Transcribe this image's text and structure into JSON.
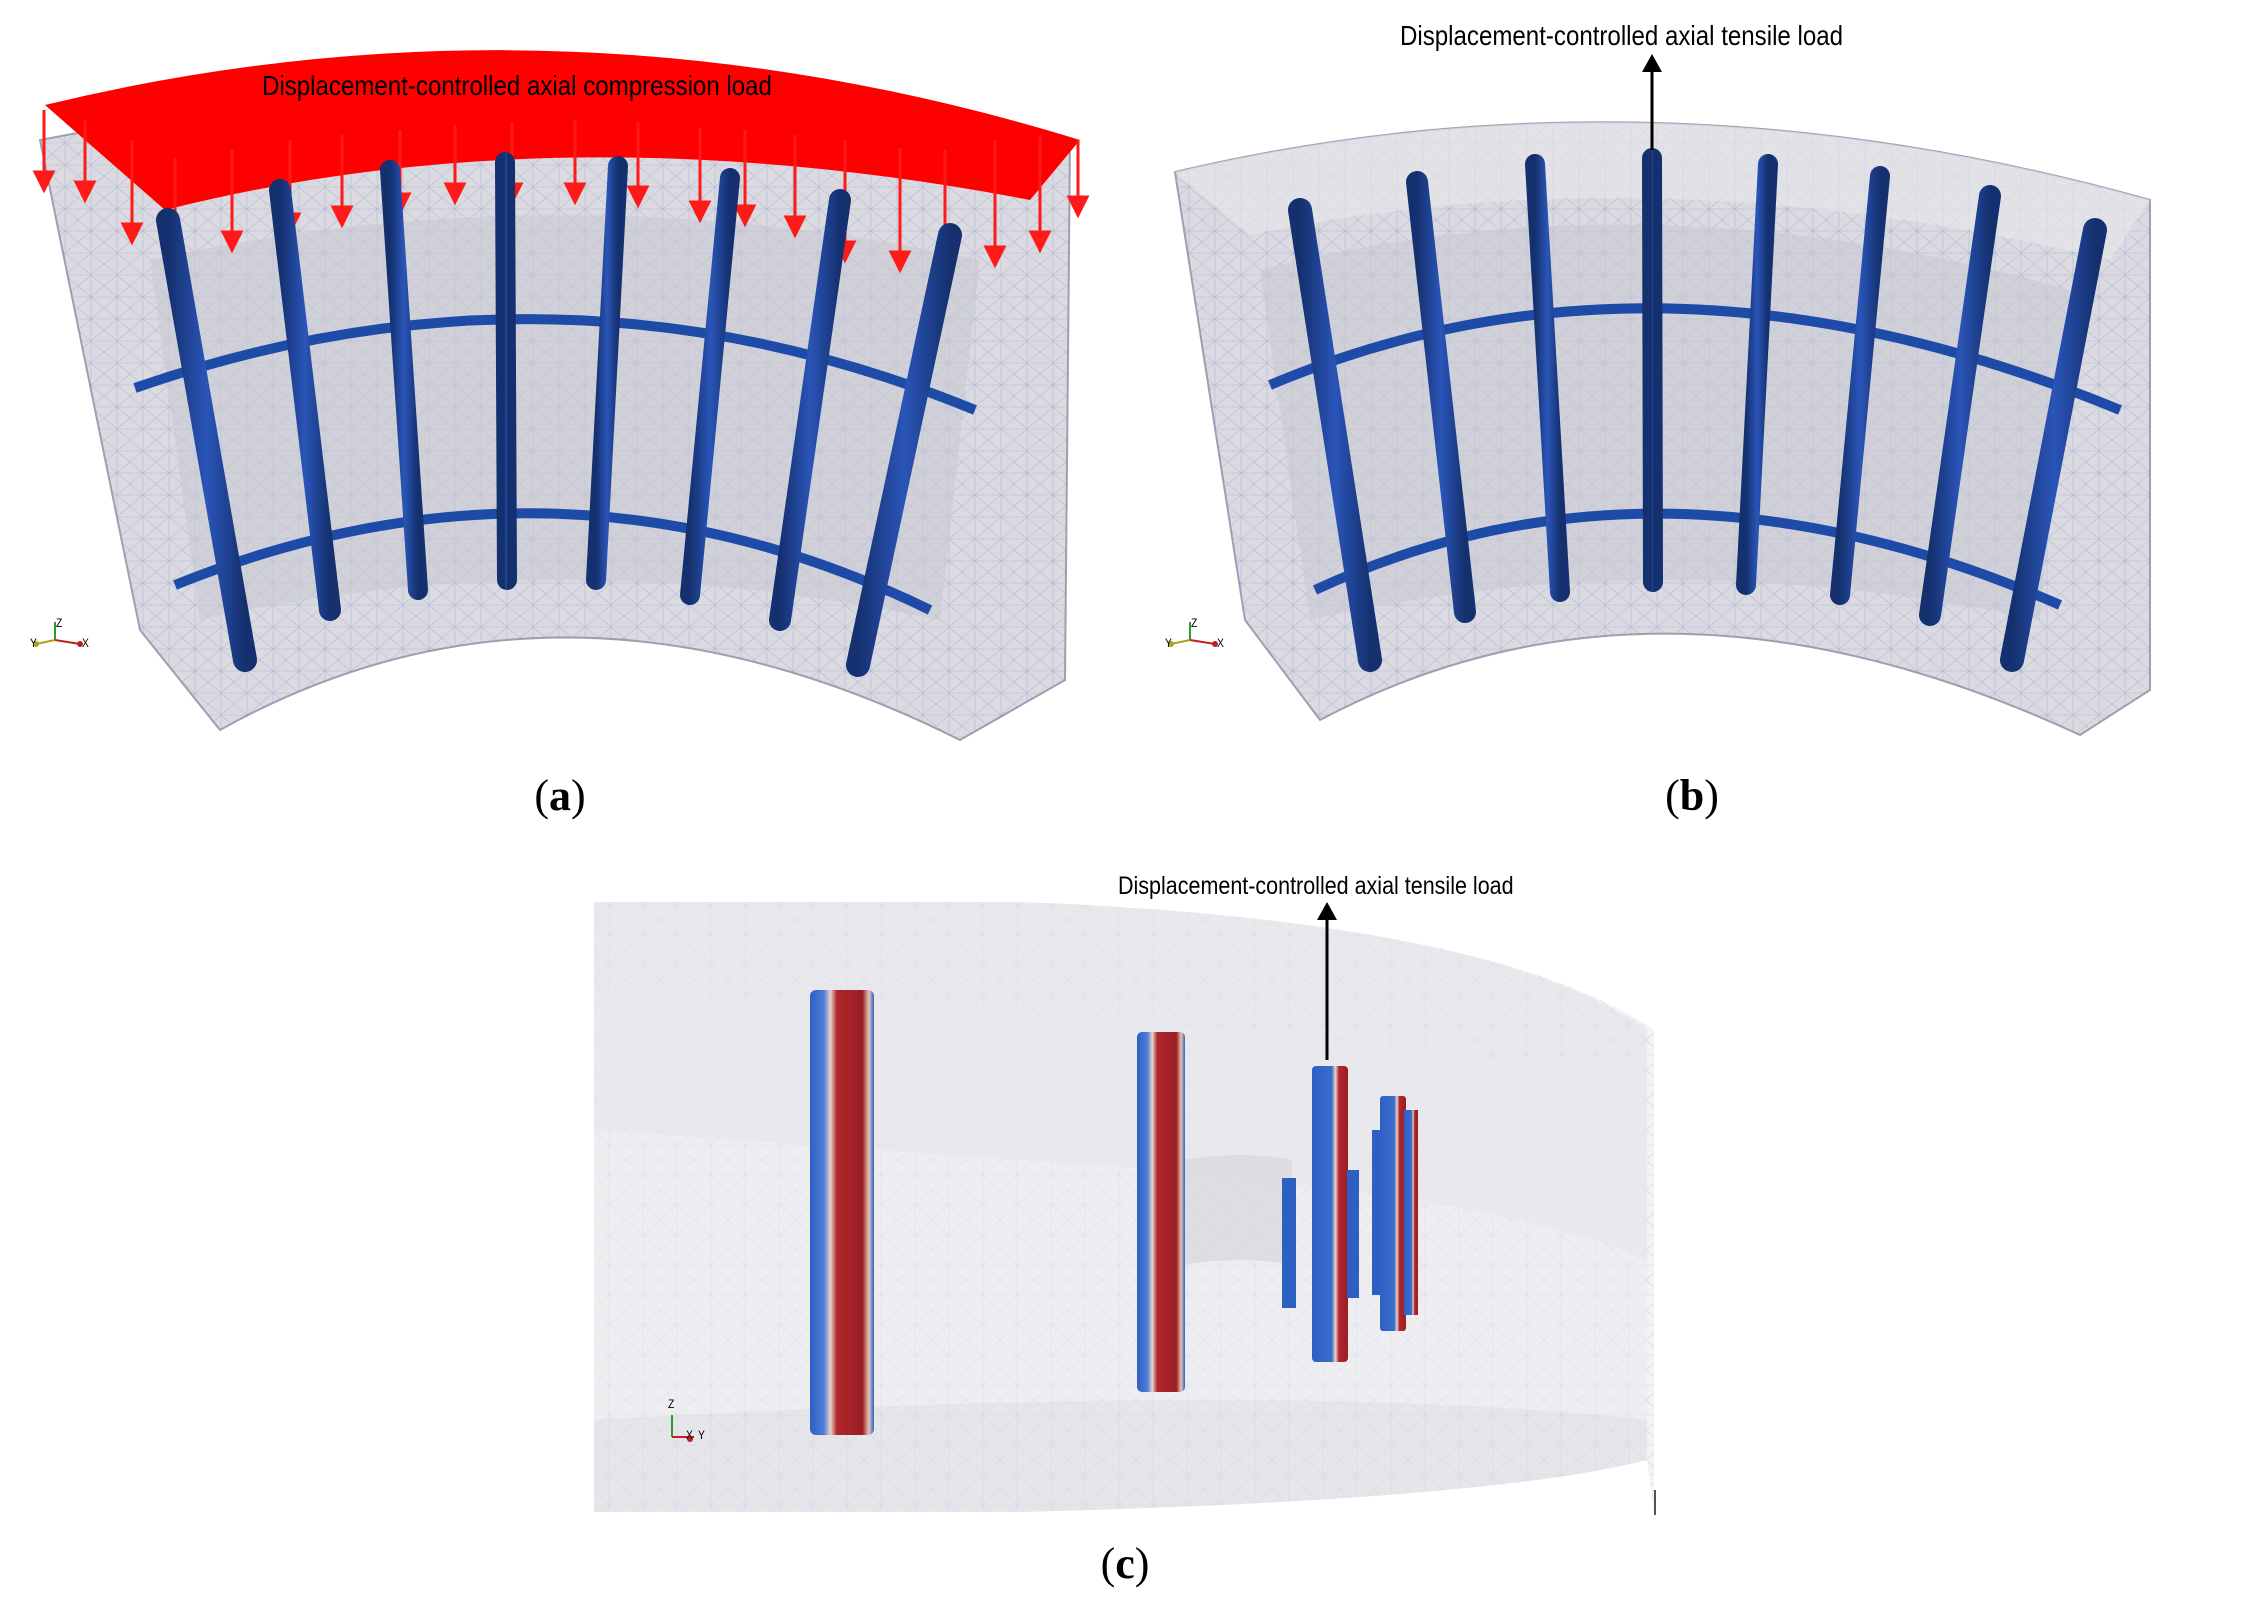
{
  "panels": {
    "a": {
      "label": "Displacement-controlled axial compression load",
      "caption": "a",
      "axes": {
        "z": "Z",
        "y": "Y",
        "x": "X"
      }
    },
    "b": {
      "label": "Displacement-controlled axial tensile load",
      "caption": "b",
      "axes": {
        "z": "Z",
        "y": "Y",
        "x": "X"
      }
    },
    "c": {
      "label": "Displacement-controlled axial tensile load",
      "caption": "c",
      "axes": {
        "z": "Z",
        "y": "Y",
        "x": "X"
      }
    }
  },
  "colors": {
    "load_surface": "#ff0000",
    "bolt": "#1f3f8f",
    "bolt_highlight": "#2a5ad0",
    "mesh": "#6b7fc4",
    "block": "#d6d6dc",
    "stress_high": "#b0262b",
    "stress_low": "#2e5fc2"
  }
}
